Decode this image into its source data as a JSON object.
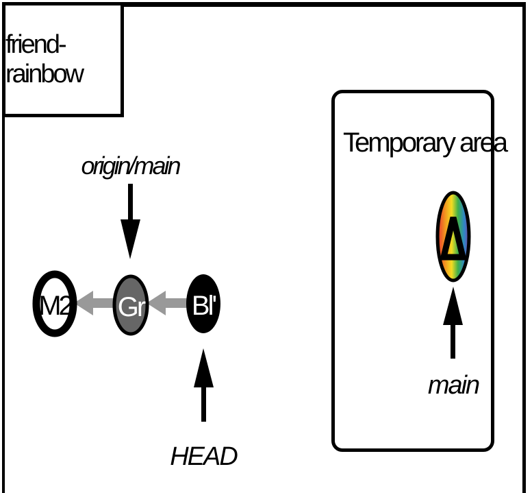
{
  "repo": {
    "name": "friend-rainbow"
  },
  "temporary_area": {
    "title": "Temporary area",
    "commit": {
      "label": "Δ",
      "icon": "rainbow-triangle-commit",
      "fill": "rainbow"
    },
    "pointer": "main"
  },
  "commits": [
    {
      "id": "m2",
      "label": "M2",
      "fill": "#ffffff",
      "text_color": "#000000"
    },
    {
      "id": "gr",
      "label": "Gr",
      "fill": "#666666",
      "text_color": "#ffffff"
    },
    {
      "id": "bl",
      "label": "Bl'",
      "fill": "#000000",
      "text_color": "#ffffff"
    }
  ],
  "pointers": {
    "origin_main": "origin/main",
    "head": "HEAD"
  },
  "colors": {
    "parent_arrow": "#999999",
    "border": "#000000"
  }
}
